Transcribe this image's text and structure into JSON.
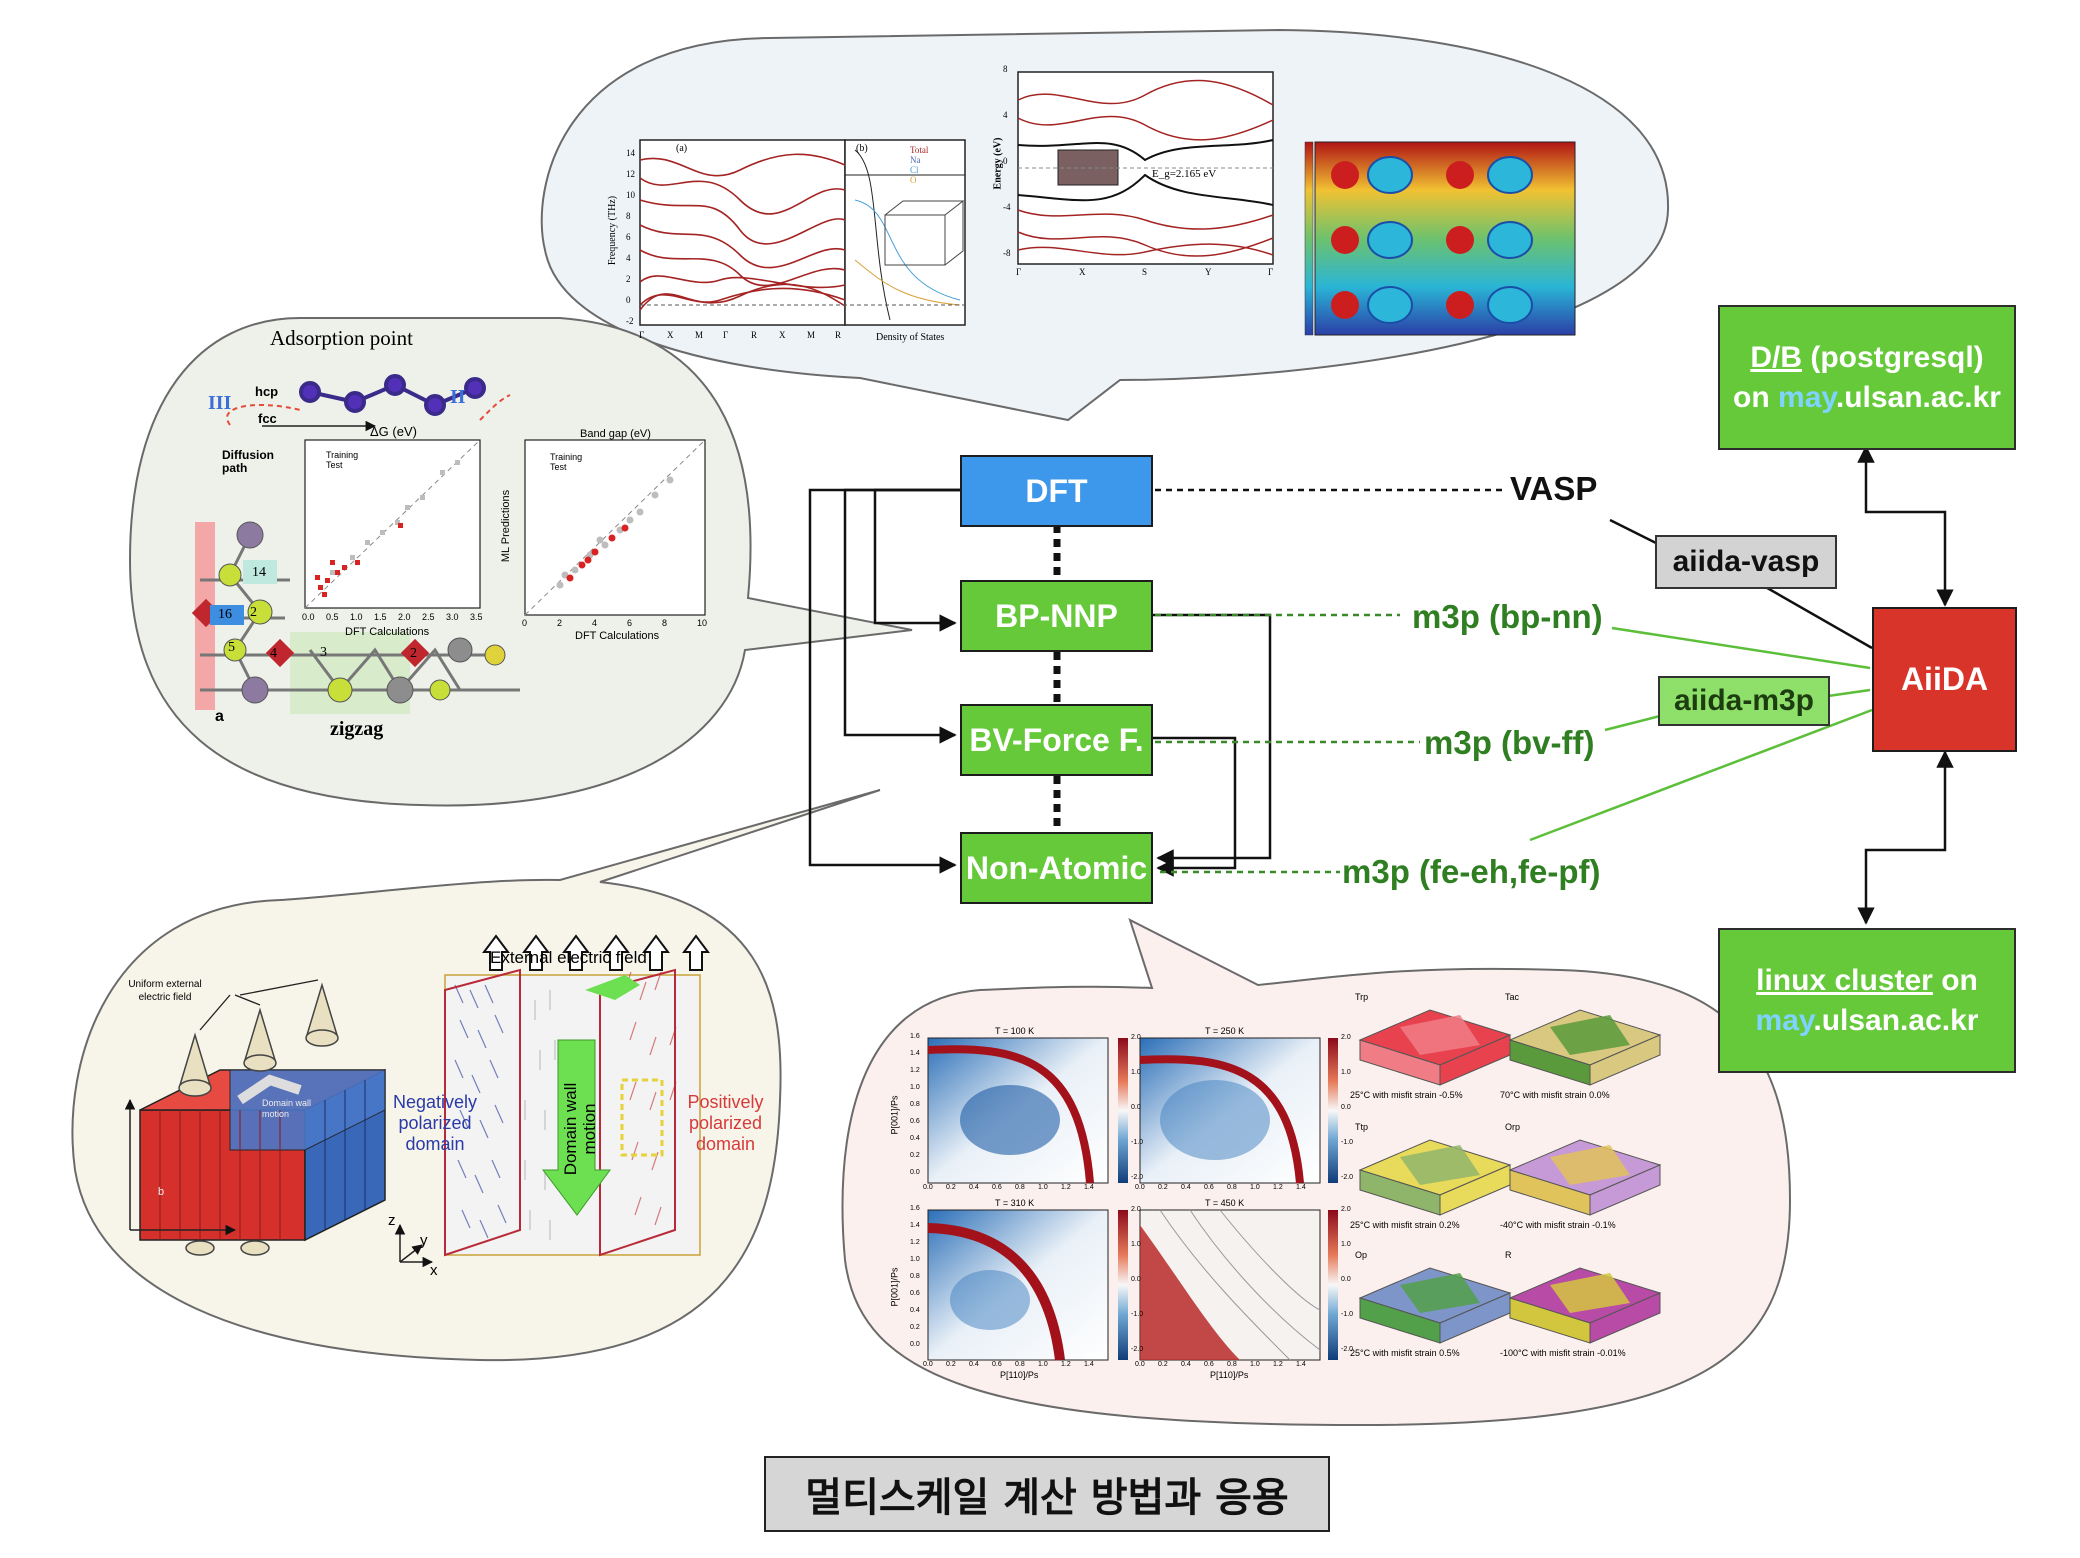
{
  "caption": "멀티스케일 계산 방법과 응용",
  "methods": {
    "dft": "DFT",
    "bpnnp": "BP-NNP",
    "bvff": "BV-Force F.",
    "nonatomic": "Non-Atomic"
  },
  "codes": {
    "vasp": "VASP",
    "m3p_bpnn": "m3p (bp-nn)",
    "m3p_bvff": "m3p (bv-ff)",
    "m3p_fe": "m3p (fe-eh,fe-pf)"
  },
  "plugins": {
    "aiida_vasp": "aiida-vasp",
    "aiida_m3p": "aiida-m3p"
  },
  "aiida": "AiiDA",
  "db": {
    "line1_link": "D/B",
    "line1_rest": " (postgresql)",
    "line2_pre": "on ",
    "line2_link": "may",
    "line2_rest": ".ulsan.ac.kr"
  },
  "cluster": {
    "line1_link": "linux cluster",
    "line1_rest": " on",
    "line2_link": "may",
    "line2_rest": ".ulsan.ac.kr"
  },
  "bubble_dft": {
    "phonon_panel_a": "(a)",
    "phonon_panel_b": "(b)",
    "phonon_ylabel": "Frequency (THz)",
    "phonon_yticks": [
      "14",
      "12",
      "10",
      "8",
      "6",
      "4",
      "2",
      "0",
      "-2"
    ],
    "phonon_xticks": [
      "Γ",
      "X",
      "M",
      "Γ",
      "R",
      "X",
      "M",
      "R"
    ],
    "dos_label": "Density of States",
    "dos_legend": [
      "Total",
      "Na",
      "Cl",
      "O"
    ],
    "bands_ylabel": "Energy (eV)",
    "bands_yticks": [
      "8",
      "4",
      "0",
      "-4",
      "-8"
    ],
    "bands_xticks": [
      "Γ",
      "X",
      "S",
      "Y",
      "Γ"
    ],
    "gap_label": "E_g=2.165 eV"
  },
  "bubble_ml": {
    "title": "Adsorption point",
    "hcp": "hcp",
    "fcc": "fcc",
    "roman3": "III",
    "roman2": "II",
    "dg": "ΔG (eV)",
    "diffusion": "Diffusion path",
    "plot1_xlabel": "DFT Calculations",
    "plot1_legend": [
      "Training",
      "Test"
    ],
    "plot1_ticks": [
      "0.0",
      "0.5",
      "1.0",
      "1.5",
      "2.0",
      "2.5",
      "3.0",
      "3.5"
    ],
    "plot2_title": "Band gap (eV)",
    "plot2_xlabel": "DFT Calculations",
    "plot2_ylabel": "ML Predictions",
    "plot2_legend": [
      "Training",
      "Test"
    ],
    "plot2_ticks": [
      "0",
      "2",
      "4",
      "6",
      "8",
      "10"
    ],
    "zigzag": "zigzag",
    "a_label": "a",
    "site_labels": [
      "14",
      "16",
      "2",
      "5",
      "3",
      "4",
      "2"
    ]
  },
  "bubble_domain": {
    "uniform_field": "Uniform external electric field",
    "domain_wall": "Domain wall motion",
    "external_field": "External electric field",
    "negative": "Negatively polarized domain",
    "positive": "Positively polarized domain",
    "wall_motion": "Domain wall motion",
    "axes": [
      "z",
      "y",
      "x"
    ],
    "b_label": "b"
  },
  "bubble_phase": {
    "panels": [
      "T = 100 K",
      "T = 250 K",
      "T = 310 K",
      "T = 450 K"
    ],
    "ylabel": "P[001]/Ps",
    "xlabel": "P[110]/Ps",
    "ticks": [
      "0.0",
      "0.2",
      "0.4",
      "0.6",
      "0.8",
      "1.0",
      "1.2",
      "1.4"
    ],
    "yticks": [
      "1.6",
      "1.4",
      "1.2",
      "1.0",
      "0.8",
      "0.6",
      "0.4",
      "0.2",
      "0.0"
    ],
    "cbar": [
      "2.0",
      "1.0",
      "0.0",
      "-1.0",
      "-2.0"
    ],
    "domains": [
      {
        "label": "Trp",
        "caption": "25°C with misfit strain -0.5%",
        "palette": [
          "#e8424f",
          "#f07d85"
        ]
      },
      {
        "label": "Tac",
        "caption": "70°C with misfit strain 0.0%",
        "palette": [
          "#d8c880",
          "#5b9a3c"
        ]
      },
      {
        "label": "Ttp",
        "caption": "25°C with misfit strain 0.2%",
        "palette": [
          "#e8da5a",
          "#8fb56b"
        ]
      },
      {
        "label": "Orp",
        "caption": "-40°C with misfit strain -0.1%",
        "palette": [
          "#c69ad6",
          "#e0c35a"
        ]
      },
      {
        "label": "Op",
        "caption": "25°C with misfit strain 0.5%",
        "palette": [
          "#7e95c9",
          "#52a04a"
        ]
      },
      {
        "label": "R",
        "caption": "-100°C with misfit strain -0.01%",
        "palette": [
          "#b84ba6",
          "#d3c63f"
        ]
      }
    ]
  }
}
